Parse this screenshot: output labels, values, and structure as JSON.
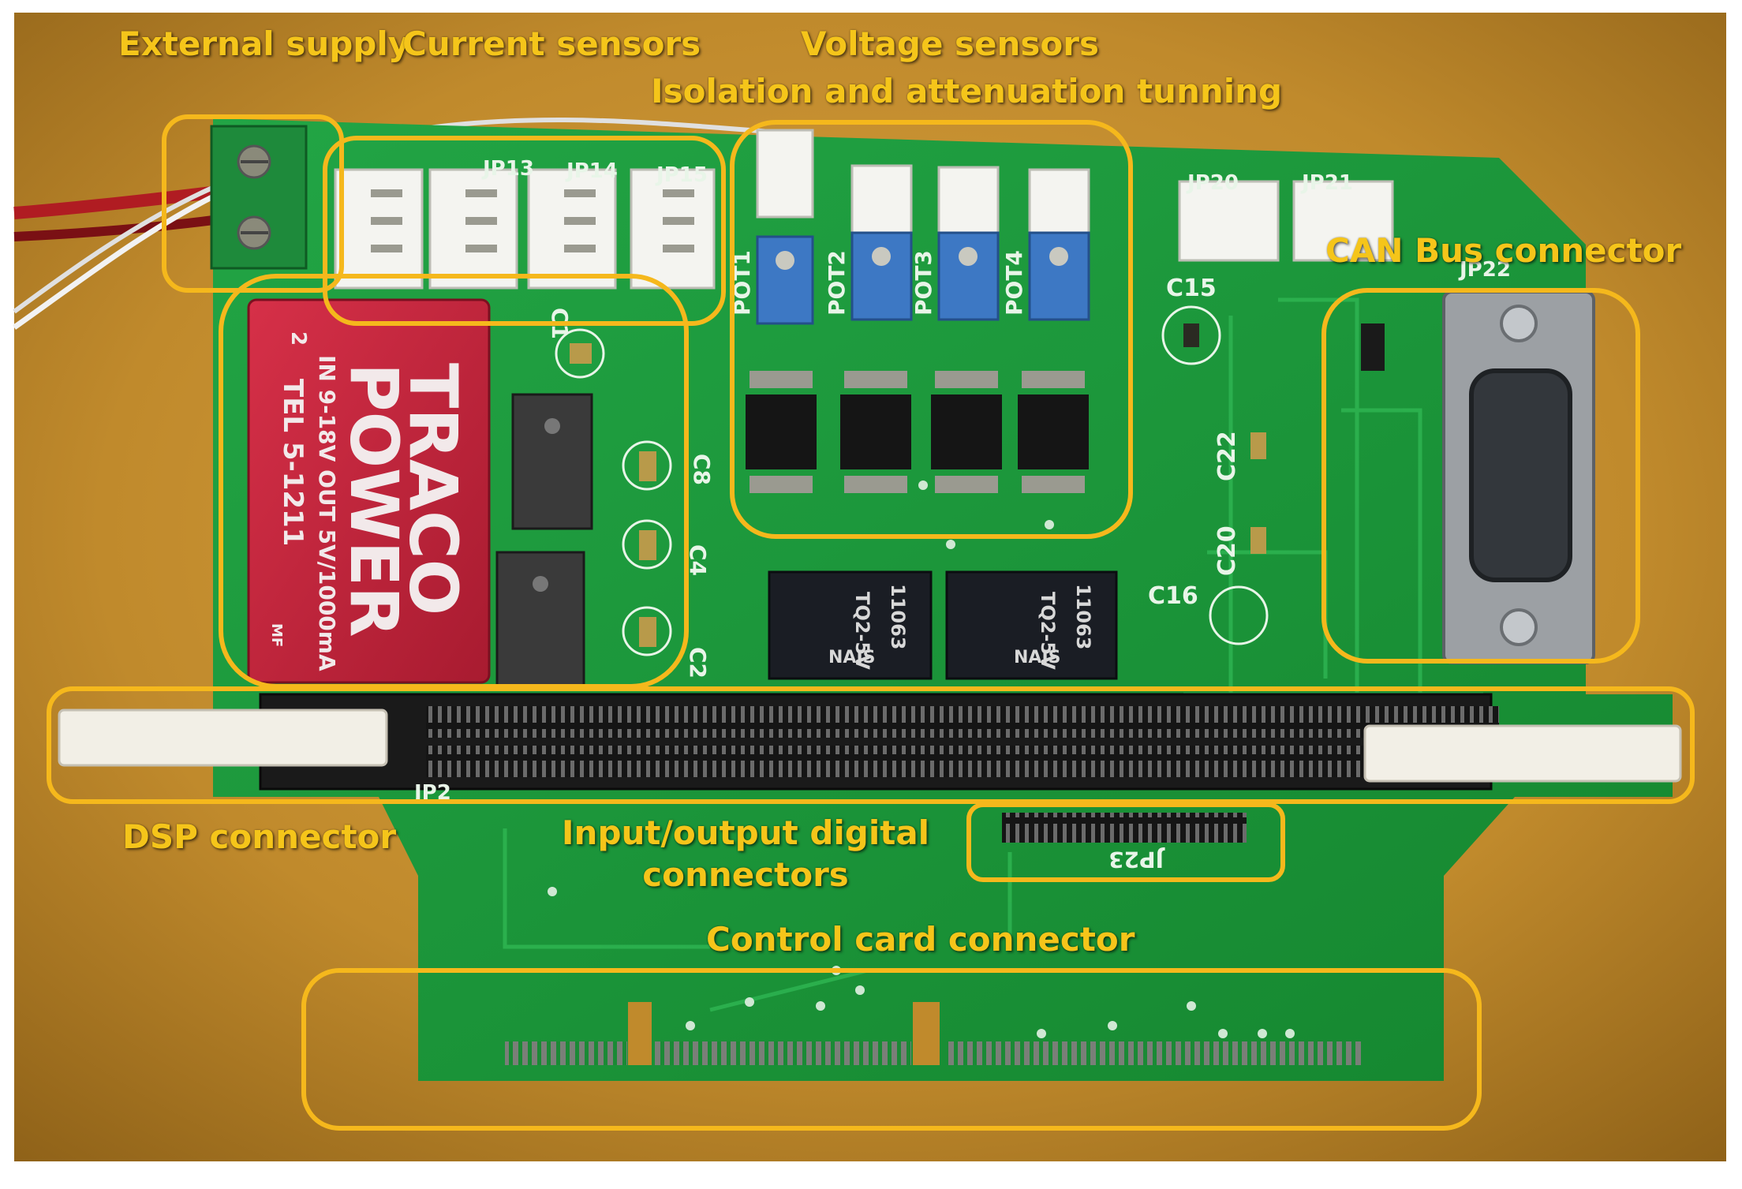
{
  "labels": {
    "external_supply": "External supply",
    "current_sensors": "Current sensors",
    "voltage_sensors": "Voltage sensors",
    "isolation_tuning": "Isolation and attenuation tunning",
    "can_bus": "CAN Bus  connector",
    "dsp_connector": "DSP connector",
    "io_digital_line1": "Input/output digital",
    "io_digital_line2": "connectors",
    "control_card": "Control card connector"
  },
  "silkscreen": {
    "jp13": "JP13",
    "jp14": "JP14",
    "jp15": "JP15",
    "jp20": "JP20",
    "jp21": "JP21",
    "jp22": "JP22",
    "jp23": "JP23",
    "jp2": "JP2",
    "pot1": "POT1",
    "pot2": "POT2",
    "pot3": "POT3",
    "pot4": "POT4",
    "c15": "C15",
    "c16": "C16",
    "c22": "C22",
    "c20": "C20",
    "c2": "C2",
    "c4": "C4",
    "c8": "C8",
    "c1": "C1"
  },
  "module": {
    "brand_line1": "TRACO",
    "brand_line2": "POWER",
    "spec": "IN 9-18V OUT 5V/1000mA",
    "model": "TEL 5-1211",
    "pin_label": "2",
    "rohs": "MF"
  },
  "relays": {
    "maker": "NAIS",
    "model": "TQ2-5V",
    "lot": "11063"
  },
  "colors": {
    "annotation": "#f5c51a",
    "pcb": "#1c9a3c",
    "pcb_dark": "#137a2e",
    "table": "#c8902e",
    "module_red": "#c8233b",
    "connector_black": "#1a1a1a"
  }
}
